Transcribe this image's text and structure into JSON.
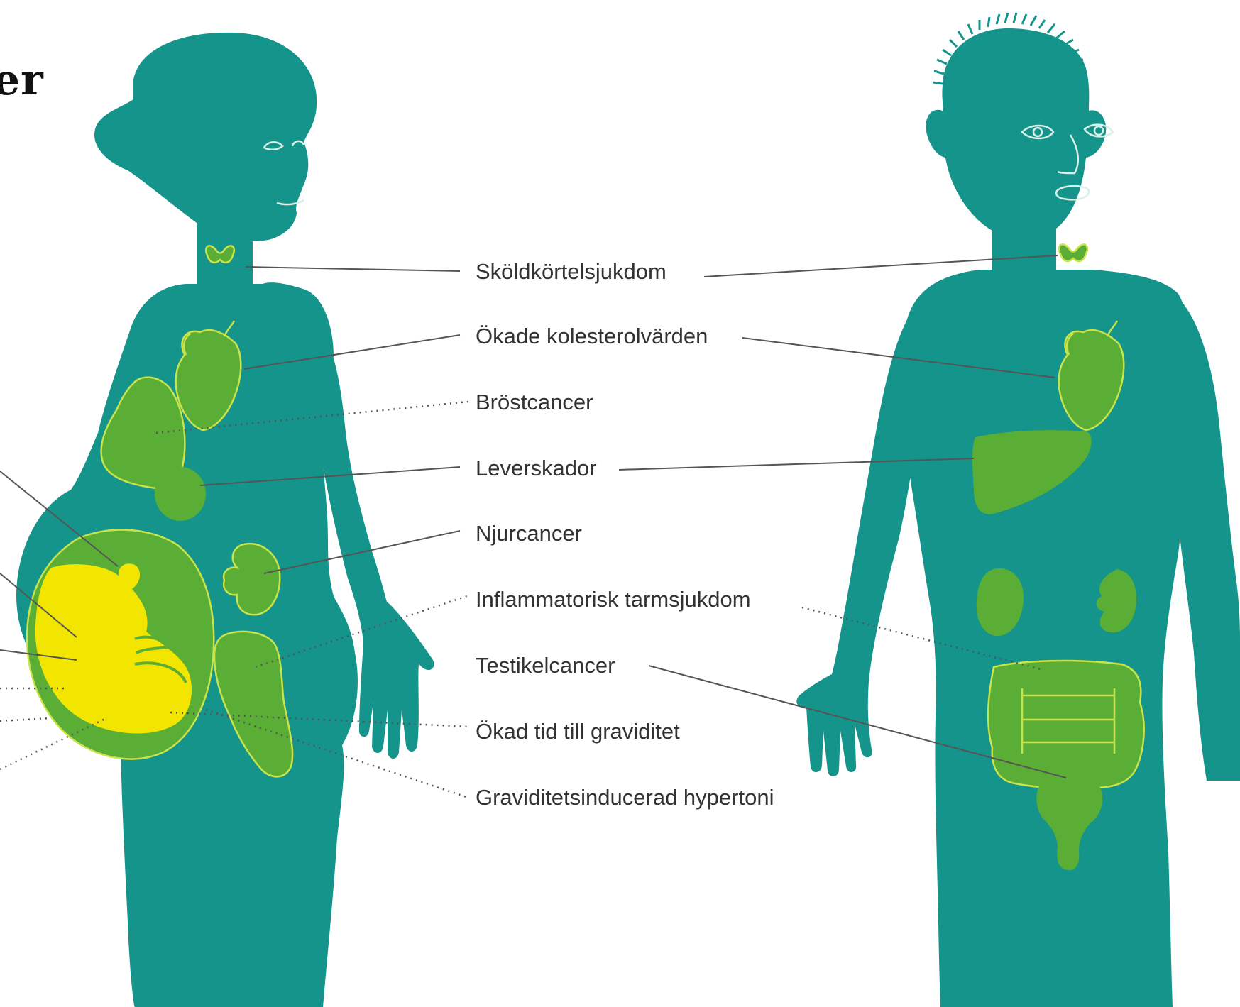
{
  "title": "er",
  "colors": {
    "body": "#14948a",
    "organ": "#5aae35",
    "organ_outline": "#c9e34a",
    "fetus": "#f2e600",
    "feature_line": "#d8f0e8",
    "leader_line": "#555555",
    "label_text": "#333333"
  },
  "figures": [
    {
      "name": "woman",
      "pregnant": true
    },
    {
      "name": "man",
      "pregnant": false
    }
  ],
  "labels": [
    {
      "text": "Sköldkörtelsjukdom",
      "line": "solid"
    },
    {
      "text": "Ökade kolesterolvärden",
      "line": "solid"
    },
    {
      "text": "Bröstcancer",
      "line": "dotted"
    },
    {
      "text": "Leverskador",
      "line": "solid"
    },
    {
      "text": "Njurcancer",
      "line": "solid"
    },
    {
      "text": "Inflammatorisk tarmsjukdom",
      "line": "dotted"
    },
    {
      "text": "Testikelcancer",
      "line": "solid"
    },
    {
      "text": "Ökad tid till graviditet",
      "line": "dotted"
    },
    {
      "text": "Graviditetsinducerad hypertoni",
      "line": "dotted"
    }
  ],
  "icons": [
    "woman-silhouette",
    "man-silhouette",
    "thyroid-icon",
    "heart-icon",
    "breast-icon",
    "liver-icon",
    "kidney-icon",
    "intestine-icon",
    "testicle-icon",
    "fetus-icon"
  ]
}
